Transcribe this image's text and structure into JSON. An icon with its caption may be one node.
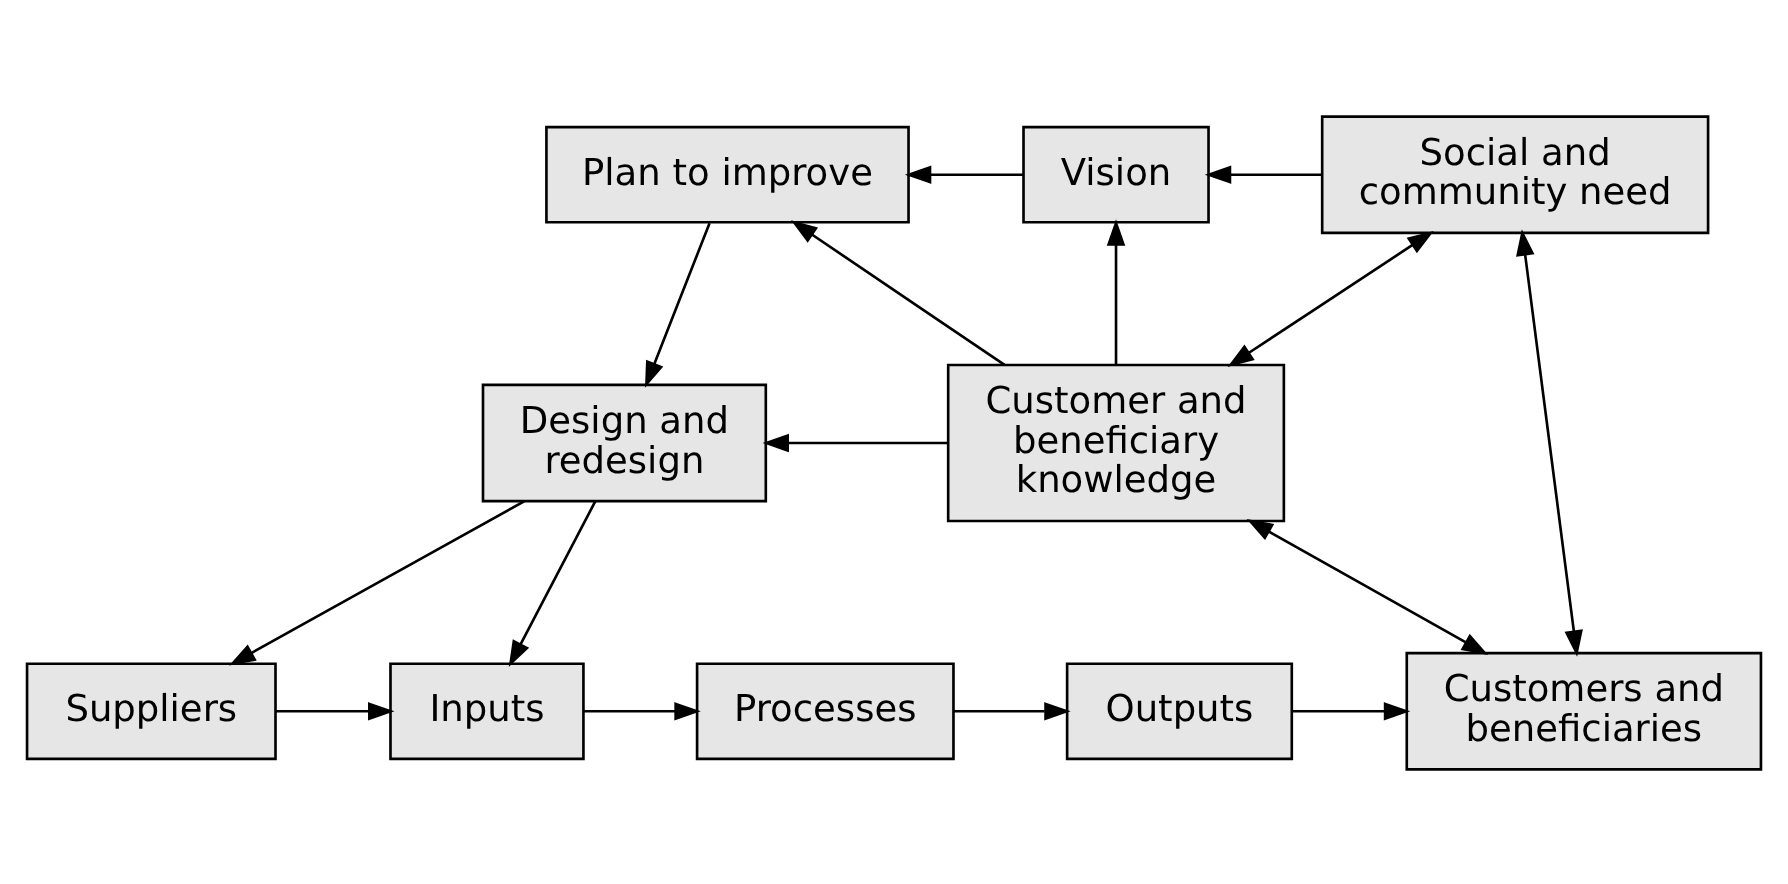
{
  "diagram": {
    "nodes": [
      {
        "text": [
          "Plan to improve"
        ]
      },
      {
        "text": [
          "Vision"
        ]
      },
      {
        "text": [
          "Social and community need"
        ]
      },
      {
        "text": [
          "Design and redesign"
        ]
      },
      {
        "text": [
          "Customer and beneficiary knowledge"
        ]
      },
      {
        "text": [
          "Suppliers"
        ]
      },
      {
        "text": [
          "Inputs"
        ]
      },
      {
        "text": [
          "Processes"
        ]
      },
      {
        "text": [
          "Outputs"
        ]
      },
      {
        "text": [
          "Customers and beneficiaries"
        ]
      }
    ],
    "edges": [
      {
        "from": 1,
        "to": 0,
        "arrow": "to"
      },
      {
        "from": 2,
        "to": 1,
        "arrow": "to"
      },
      {
        "from": 4,
        "to": 0,
        "arrow": "to"
      },
      {
        "from": 4,
        "to": 1,
        "arrow": "to"
      },
      {
        "from": 4,
        "to": 2,
        "arrow": "both"
      },
      {
        "from": 0,
        "to": 3,
        "arrow": "to"
      },
      {
        "from": 4,
        "to": 3,
        "arrow": "to"
      },
      {
        "from": 3,
        "to": 5,
        "arrow": "to"
      },
      {
        "from": 3,
        "to": 6,
        "arrow": "to"
      },
      {
        "from": 5,
        "to": 6,
        "arrow": "to"
      },
      {
        "from": 6,
        "to": 7,
        "arrow": "to"
      },
      {
        "from": 7,
        "to": 8,
        "arrow": "to"
      },
      {
        "from": 8,
        "to": 9,
        "arrow": "to"
      },
      {
        "from": 4,
        "to": 9,
        "arrow": "both"
      },
      {
        "from": 2,
        "to": 9,
        "arrow": "both"
      }
    ]
  }
}
